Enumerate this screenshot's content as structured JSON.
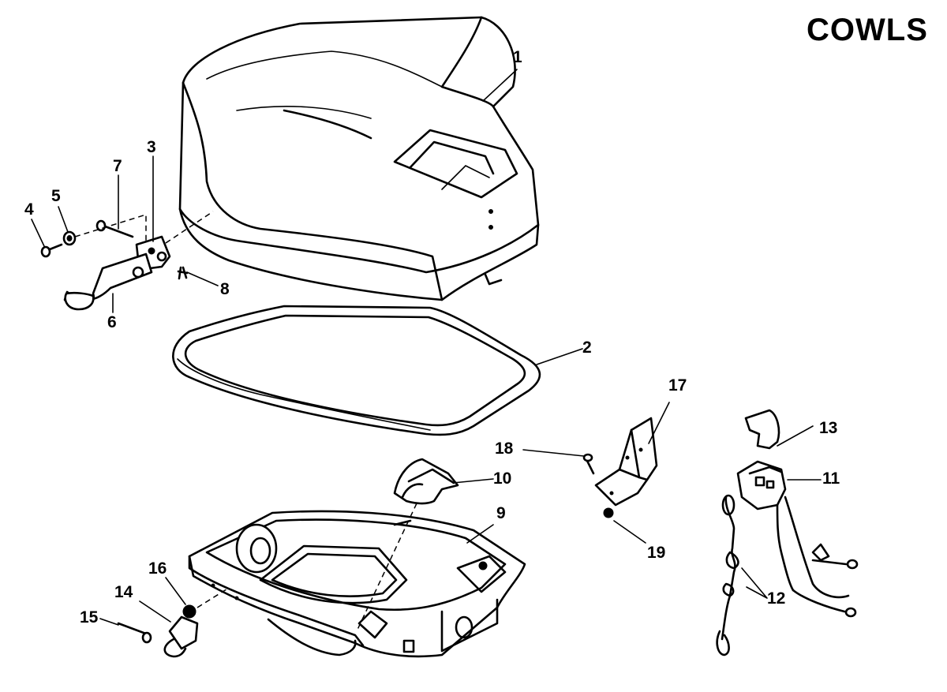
{
  "title": "COWLS",
  "callouts": [
    {
      "id": "1",
      "label": "1"
    },
    {
      "id": "2",
      "label": "2"
    },
    {
      "id": "3",
      "label": "3"
    },
    {
      "id": "4",
      "label": "4"
    },
    {
      "id": "5",
      "label": "5"
    },
    {
      "id": "6",
      "label": "6"
    },
    {
      "id": "7",
      "label": "7"
    },
    {
      "id": "8",
      "label": "8"
    },
    {
      "id": "9",
      "label": "9"
    },
    {
      "id": "10",
      "label": "10"
    },
    {
      "id": "11",
      "label": "11"
    },
    {
      "id": "12",
      "label": "12"
    },
    {
      "id": "13",
      "label": "13"
    },
    {
      "id": "14",
      "label": "14"
    },
    {
      "id": "15",
      "label": "15"
    },
    {
      "id": "16",
      "label": "16"
    },
    {
      "id": "17",
      "label": "17"
    },
    {
      "id": "18",
      "label": "18"
    },
    {
      "id": "19",
      "label": "19"
    }
  ]
}
